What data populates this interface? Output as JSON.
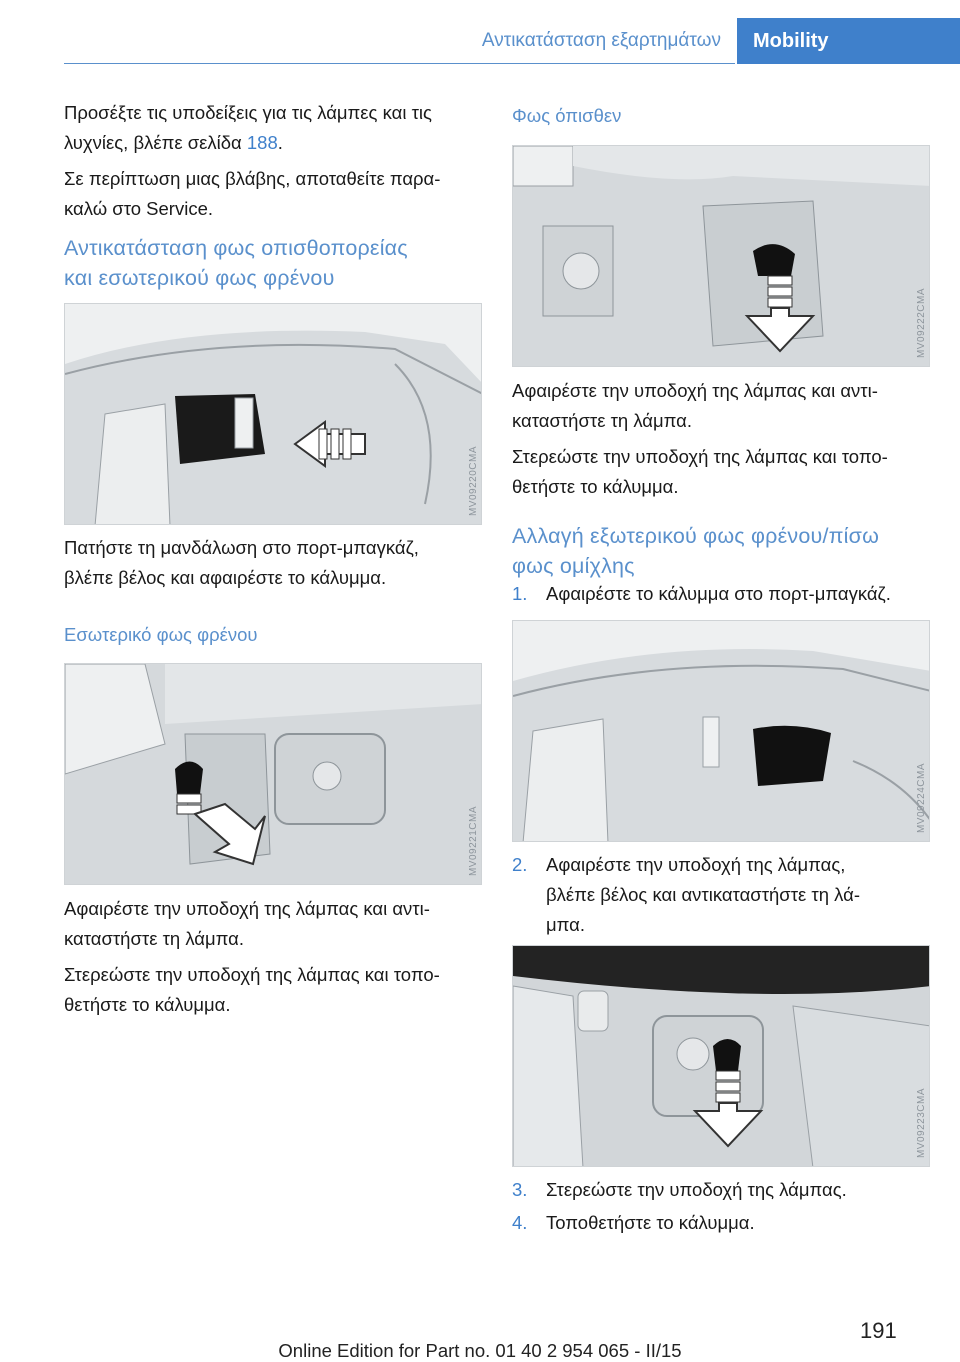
{
  "header": {
    "section": "Αντικατάσταση εξαρτημάτων",
    "tab": "Mobility"
  },
  "left": {
    "p1a": "Προσέξτε τις υποδείξεις για τις λάμπες και τις",
    "p1b_prefix": "λυχνίες, βλέπε σελίδα ",
    "p1b_link": "188",
    "p1b_suffix": ".",
    "p2a": "Σε περίπτωση μιας βλάβης, αποταθείτε παρα‐",
    "p2b": "καλώ στο Service.",
    "h2a": "Αντικατάσταση φως οπισθοπορείας",
    "h2b": "και εσωτερικού φως φρένου",
    "fig1_code": "MV09220CMA",
    "p3a": "Πατήστε τη μανδάλωση στο πορτ-μπαγκάζ,",
    "p3b": "βλέπε βέλος και αφαιρέστε το κάλυμμα.",
    "h3": "Εσωτερικό φως φρένου",
    "fig2_code": "MV09221CMA",
    "p4a": "Αφαιρέστε την υποδοχή της λάμπας και αντι‐",
    "p4b": "καταστήστε τη λάμπα.",
    "p5a": "Στερεώστε την υποδοχή της λάμπας και τοπο‐",
    "p5b": "θετήστε το κάλυμμα."
  },
  "right": {
    "h3": "Φως όπισθεν",
    "fig3_code": "MV09222CMA",
    "p1a": "Αφαιρέστε την υποδοχή της λάμπας και αντι‐",
    "p1b": "καταστήστε τη λάμπα.",
    "p2a": "Στερεώστε την υποδοχή της λάμπας και τοπο‐",
    "p2b": "θετήστε το κάλυμμα.",
    "h2a": "Αλλαγή εξωτερικού φως φρένου/πίσω",
    "h2b": "φως ομίχλης",
    "steps": [
      {
        "num": "1.",
        "lines": [
          "Αφαιρέστε το κάλυμμα στο πορτ-μπαγκάζ."
        ]
      },
      {
        "num": "2.",
        "lines": [
          "Αφαιρέστε την υποδοχή της λάμπας,",
          "βλέπε βέλος και αντικαταστήστε τη λά‐",
          "μπα."
        ]
      },
      {
        "num": "3.",
        "lines": [
          "Στερεώστε την υποδοχή της λάμπας."
        ]
      },
      {
        "num": "4.",
        "lines": [
          "Τοποθετήστε το κάλυμμα."
        ]
      }
    ],
    "fig4_code": "MV09224CMA",
    "fig5_code": "MV09223CMA"
  },
  "footer": {
    "text": "Online Edition for Part no. 01 40 2 954 065 - II/15",
    "page": "191"
  }
}
